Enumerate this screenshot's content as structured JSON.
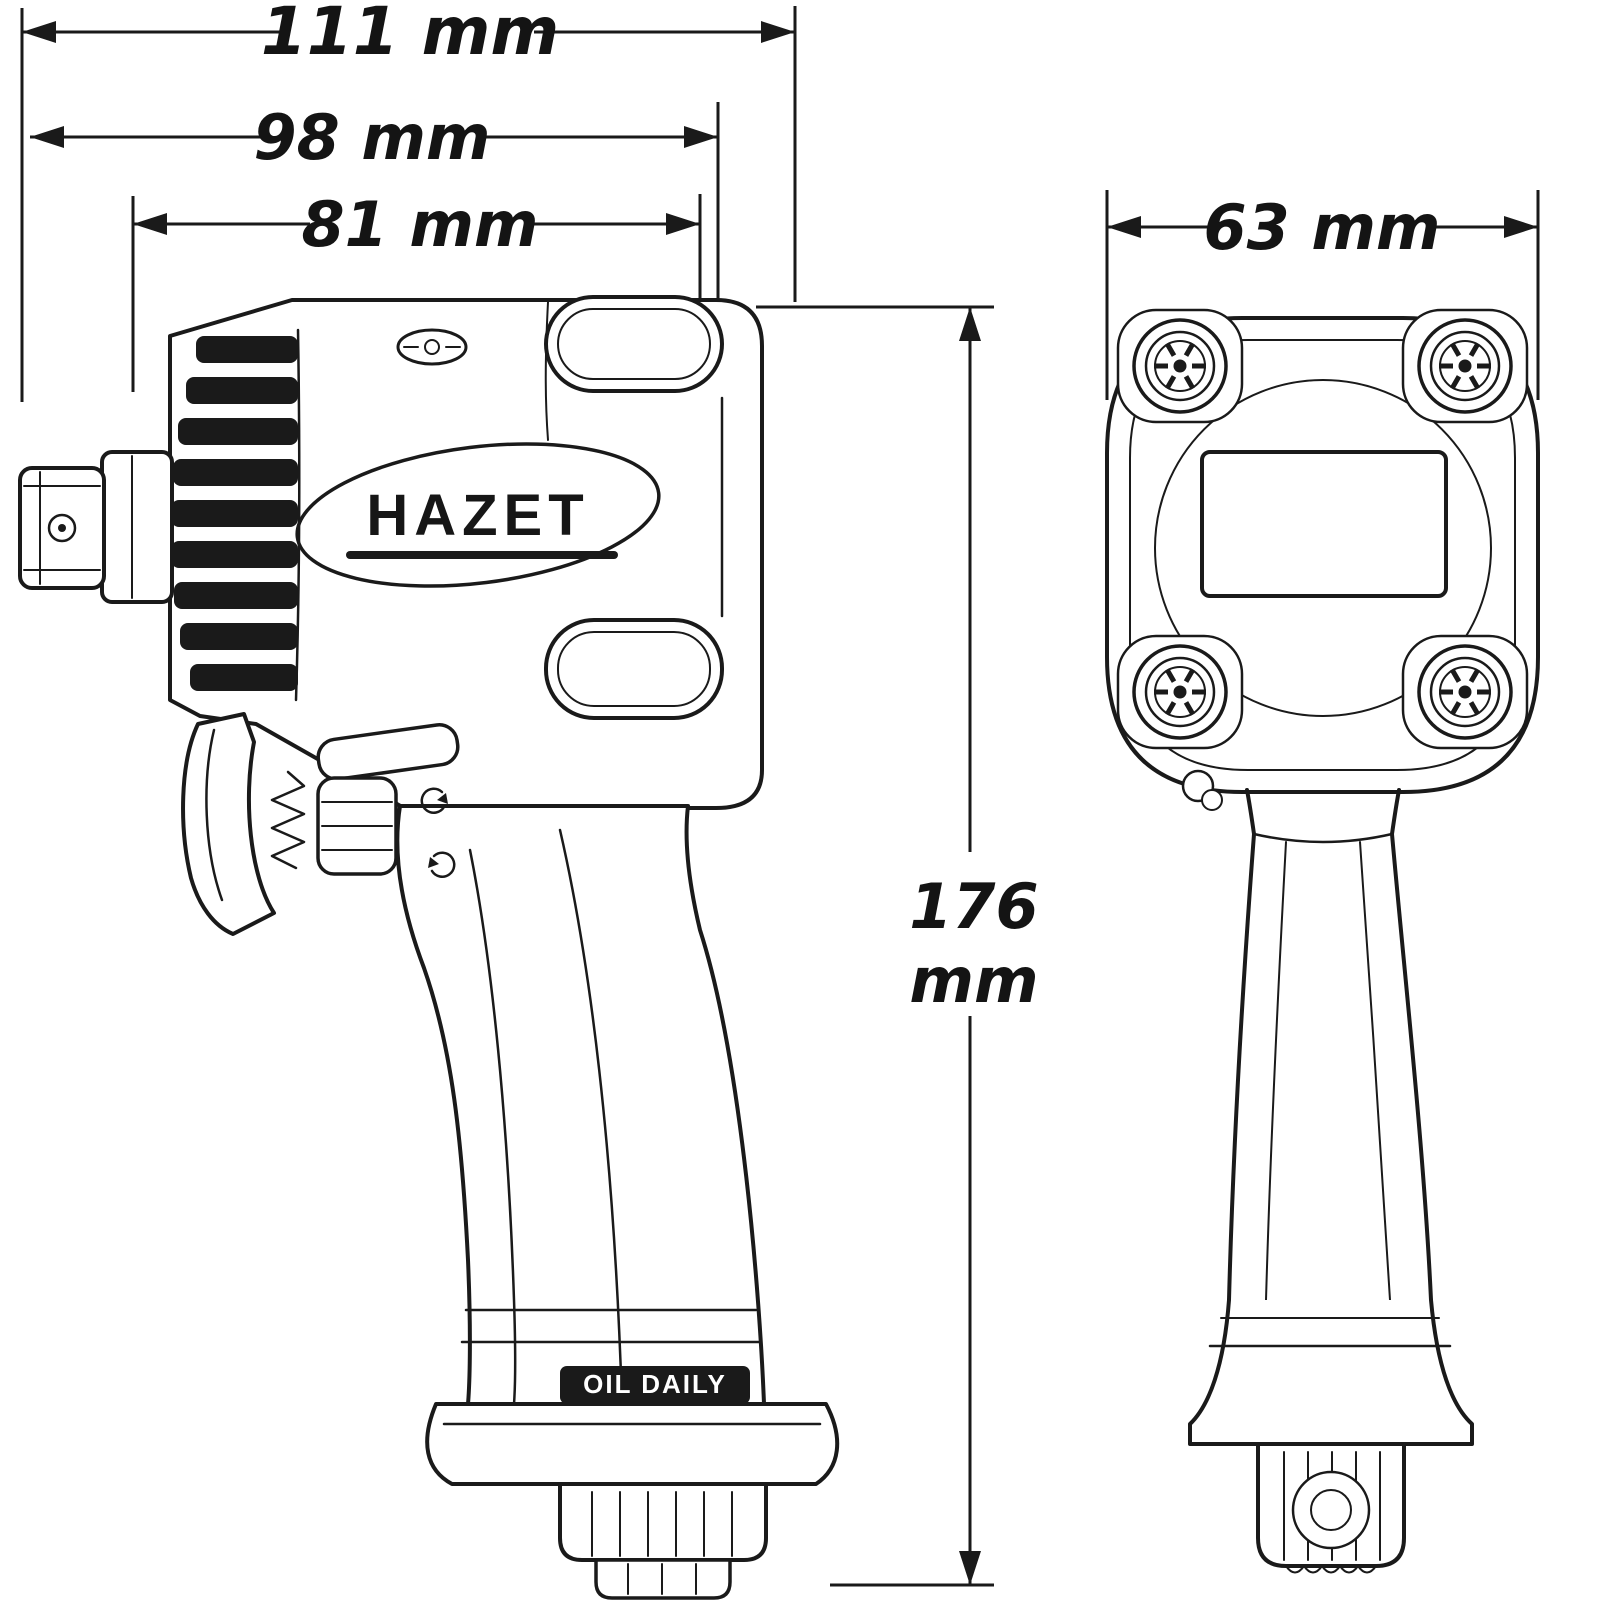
{
  "canvas": {
    "background": "#ffffff",
    "line_color": "#1a1a1a"
  },
  "drawing": {
    "side_view": {
      "brand_logo": "HAZET",
      "handle_marking": "OIL DAILY"
    },
    "dimensions": {
      "overall_length": "111 mm",
      "body_length": "98 mm",
      "front_length": "81 mm",
      "height_value": "176",
      "height_unit": "mm",
      "width": "63 mm"
    }
  }
}
